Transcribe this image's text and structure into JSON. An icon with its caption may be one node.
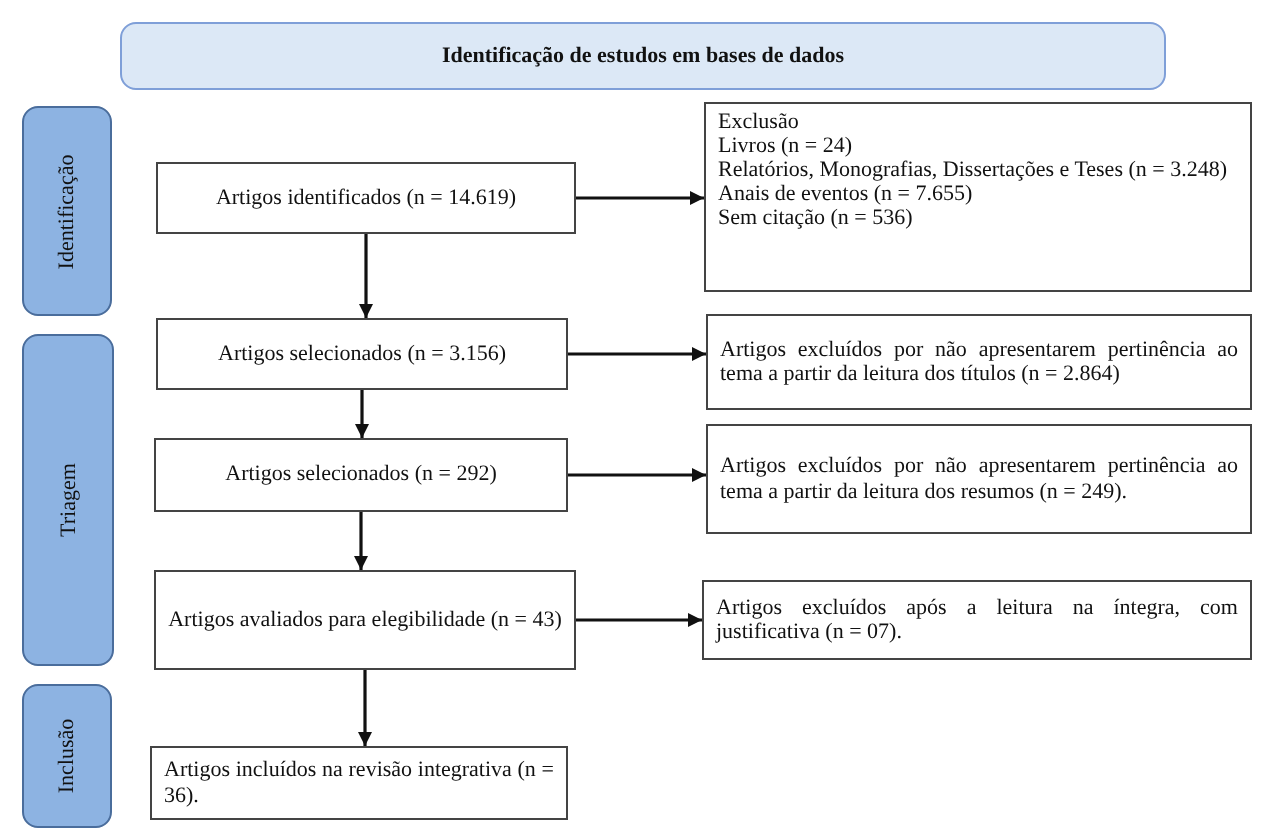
{
  "diagram": {
    "nodes": [
      {
        "text": [
          "Identificação de estudos em bases de dados"
        ]
      },
      {
        "text": [
          "Identificação"
        ]
      },
      {
        "text": [
          "Triagem"
        ]
      },
      {
        "text": [
          "Inclusão"
        ]
      },
      {
        "text": [
          "Artigos identificados (n = 14.619)"
        ]
      },
      {
        "text": [
          "Exclusão",
          "Livros (n = 24)",
          "Relatórios, Monografias, Dissertações e Teses (n = 3.248)",
          "Anais de eventos (n = 7.655)",
          "Sem citação (n = 536)"
        ]
      },
      {
        "text": [
          "Artigos selecionados (n = 3.156)"
        ]
      },
      {
        "text": [
          "Artigos excluídos por não apresentarem pertinência ao tema a partir da leitura dos títulos (n = 2.864)"
        ]
      },
      {
        "text": [
          "Artigos selecionados (n = 292)"
        ]
      },
      {
        "text": [
          "Artigos excluídos por não apresentarem pertinência ao tema a partir da leitura dos resumos (n = 249)."
        ]
      },
      {
        "text": [
          "Artigos avaliados para elegibilidade (n = 43)"
        ]
      },
      {
        "text": [
          "Artigos excluídos após a leitura na íntegra, com justificativa (n = 07)."
        ]
      },
      {
        "text": [
          "Artigos incluídos na revisão integrativa (n = 36)."
        ]
      }
    ],
    "edges": [
      {
        "from": 4,
        "to": 5,
        "arrow": "to"
      },
      {
        "from": 4,
        "to": 6,
        "arrow": "to"
      },
      {
        "from": 6,
        "to": 7,
        "arrow": "to"
      },
      {
        "from": 6,
        "to": 8,
        "arrow": "to"
      },
      {
        "from": 8,
        "to": 9,
        "arrow": "to"
      },
      {
        "from": 8,
        "to": 10,
        "arrow": "to"
      },
      {
        "from": 10,
        "to": 11,
        "arrow": "to"
      },
      {
        "from": 10,
        "to": 12,
        "arrow": "to"
      }
    ]
  }
}
